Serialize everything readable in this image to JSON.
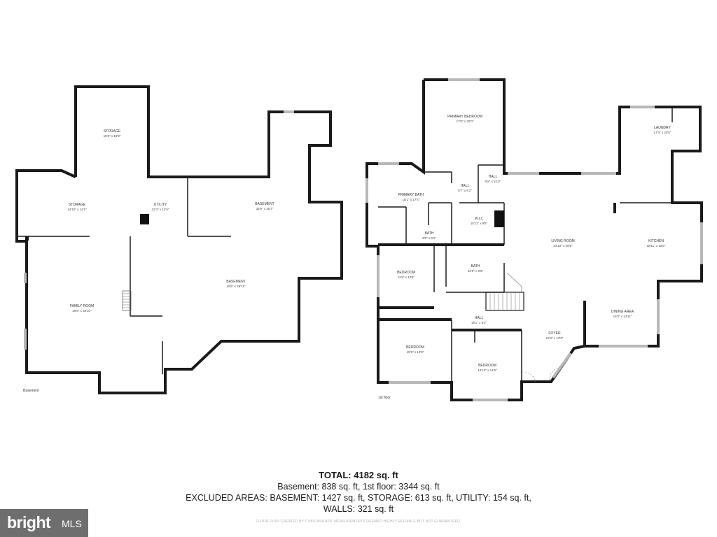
{
  "basement": {
    "label": "Basement",
    "rooms": {
      "storage_top": {
        "name": "STORAGE",
        "dim": "15'3\" x 19'9\""
      },
      "storage_left": {
        "name": "STORAGE",
        "dim": "24'10\" x 14'1\""
      },
      "utility": {
        "name": "UTILITY",
        "dim": "12'4\" x 12'6\""
      },
      "basement_upper": {
        "name": "BASEMENT",
        "dim": "32'9\" x 26'7\""
      },
      "basement_lower": {
        "name": "BASEMENT",
        "dim": "45'5\" x 29'11\""
      },
      "family_room": {
        "name": "FAMILY ROOM",
        "dim": "29'9\" x 33'10\""
      }
    }
  },
  "first_floor": {
    "label": "1st floor",
    "rooms": {
      "primary_bedroom": {
        "name": "PRIMARY BEDROOM",
        "dim": "17'0\" x 20'0\""
      },
      "laundry": {
        "name": "LAUNDRY",
        "dim": "17'0\" x 20'5\""
      },
      "hall_a": {
        "name": "HALL",
        "dim": "5'8\" x 5'10\""
      },
      "hall_b": {
        "name": "HALL",
        "dim": "5'7\" x 6'1\""
      },
      "primary_bath": {
        "name": "PRIMARY BATH",
        "dim": "18'1\" x 17'4\""
      },
      "wic": {
        "name": "W.I.C",
        "dim": "10'11\" x 9'5\""
      },
      "bath_a": {
        "name": "BATH",
        "dim": "9'9\" x 9'1\""
      },
      "living_room": {
        "name": "LIVING ROOM",
        "dim": "24'10\" x 29'5\""
      },
      "kitchen": {
        "name": "KITCHEN",
        "dim": "18'11\" x 16'9\""
      },
      "bedroom_a": {
        "name": "BEDROOM",
        "dim": "11'9\" x 13'6\""
      },
      "bath_b": {
        "name": "BATH",
        "dim": "12'9\" x 9'9\""
      },
      "hall_c": {
        "name": "HALL",
        "dim": "19'1\" x 8'2\""
      },
      "dining_area": {
        "name": "DINING AREA",
        "dim": "15'3\" x 13'11\""
      },
      "foyer": {
        "name": "FOYER",
        "dim": "13'4\" x 13'3\""
      },
      "bedroom_b": {
        "name": "BEDROOM",
        "dim": "15'9\" x 13'9\""
      },
      "bedroom_c": {
        "name": "BEDROOM",
        "dim": "14'10\" x 14'5\""
      }
    }
  },
  "summary": {
    "total": "TOTAL: 4182 sq. ft",
    "line1": "Basement: 838 sq. ft, 1st floor: 3344 sq. ft",
    "line2": "EXCLUDED AREAS: BASEMENT: 1427 sq. ft, STORAGE: 613 sq. ft, UTILITY: 154 sq. ft,",
    "line3": "WALLS: 321 sq. ft"
  },
  "disclaimer": "FLOOR PLAN CREATED BY CUBICASA APP. MEASUREMENTS DEEMED HIGHLY RELIABLE BUT NOT GUARANTEED.",
  "logo": {
    "brand": "bright",
    "suffix": "MLS",
    "bg_color": "#6e6e6e"
  }
}
